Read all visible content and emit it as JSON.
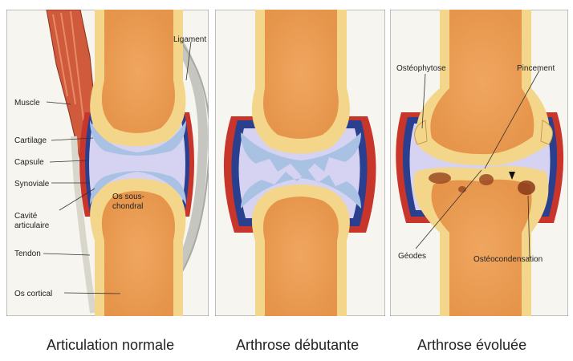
{
  "panels": [
    {
      "caption": "Articulation normale",
      "labels": {
        "ligament": "Ligament",
        "muscle": "Muscle",
        "cartilage": "Cartilage",
        "capsule": "Capsule",
        "synoviale": "Synoviale",
        "cavite_line1": "Cavité",
        "cavite_line2": "articulaire",
        "tendon": "Tendon",
        "os_cortical": "Os cortical",
        "os_sous_line1": "Os sous-",
        "os_sous_line2": "chondral"
      }
    },
    {
      "caption": "Arthrose débutante",
      "labels": {}
    },
    {
      "caption": "Arthrose évoluée",
      "labels": {
        "osteophytose": "Ostéophytose",
        "pincement": "Pincement",
        "geodes": "Géodes",
        "osteocondensation": "Ostéocondensation"
      }
    }
  ],
  "colors": {
    "bone_core": "#eda05a",
    "bone_cortex": "#f4d68a",
    "cartilage": "#a9c2e4",
    "synovial_cavity": "#d5d3f1",
    "capsule_red": "#c8352a",
    "capsule_blue": "#2b3f8f",
    "muscle": "#cf5a3c",
    "ligament": "#c8c8c4"
  }
}
